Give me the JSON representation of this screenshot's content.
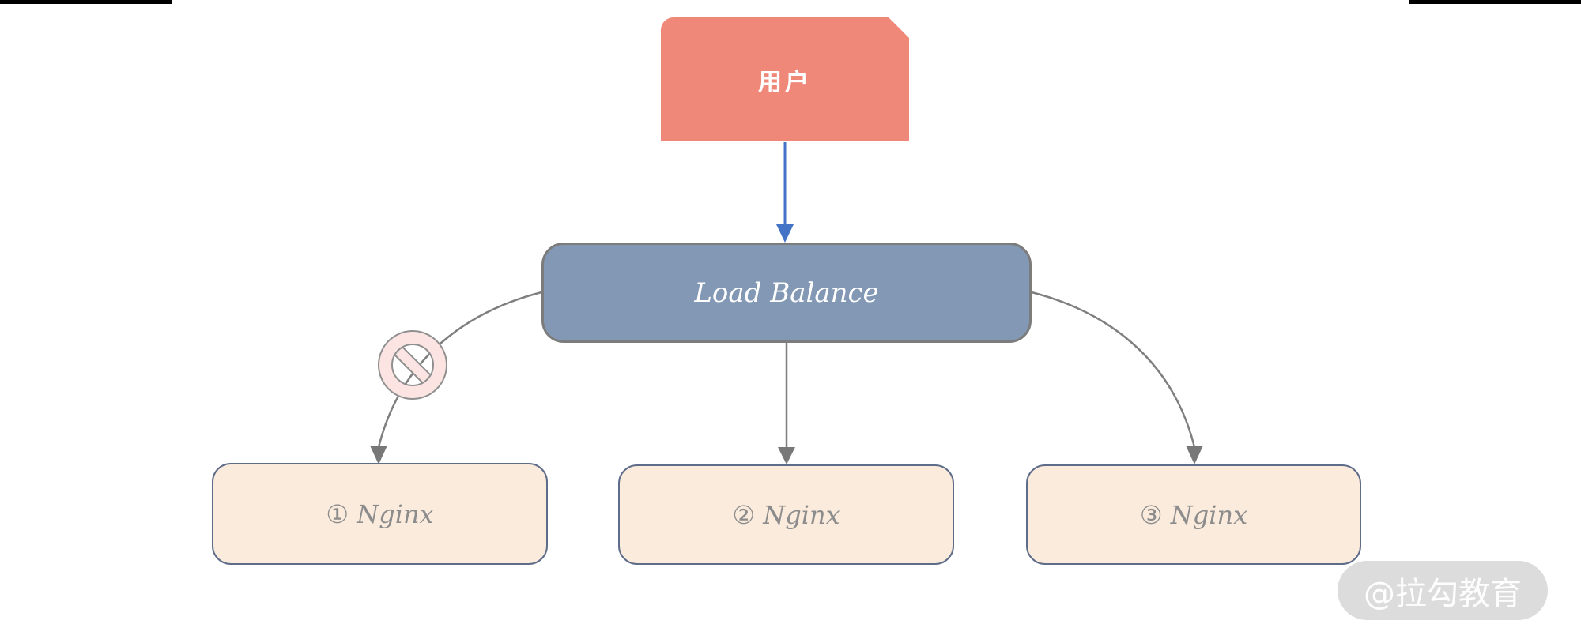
{
  "diagram": {
    "user_node": {
      "label": "用户",
      "fill": "#EF8878",
      "text_color": "#FFFFFF"
    },
    "balancer_node": {
      "label": "Load Balance",
      "fill": "#8398B4",
      "border_color": "#7C7C7C",
      "text_color": "#FFFFFF"
    },
    "nginx_nodes": [
      {
        "label": "① Nginx"
      },
      {
        "label": "② Nginx"
      },
      {
        "label": "③ Nginx"
      }
    ],
    "nginx_style": {
      "fill": "#FAEBDC",
      "border_color": "#5E6C89",
      "text_color": "#8C8C8C"
    },
    "connectors": {
      "user_to_balancer_color": "#4472C4",
      "balancer_to_nginx_color": "#7F7F7F",
      "blocked_branch": "nginx-1"
    },
    "blocked_icon": {
      "name": "no-entry",
      "fill": "#FBE4E2",
      "outline": "#8F8F8F"
    },
    "watermark": {
      "label": "@拉勾教育",
      "bg": "#DCDCDC"
    }
  }
}
